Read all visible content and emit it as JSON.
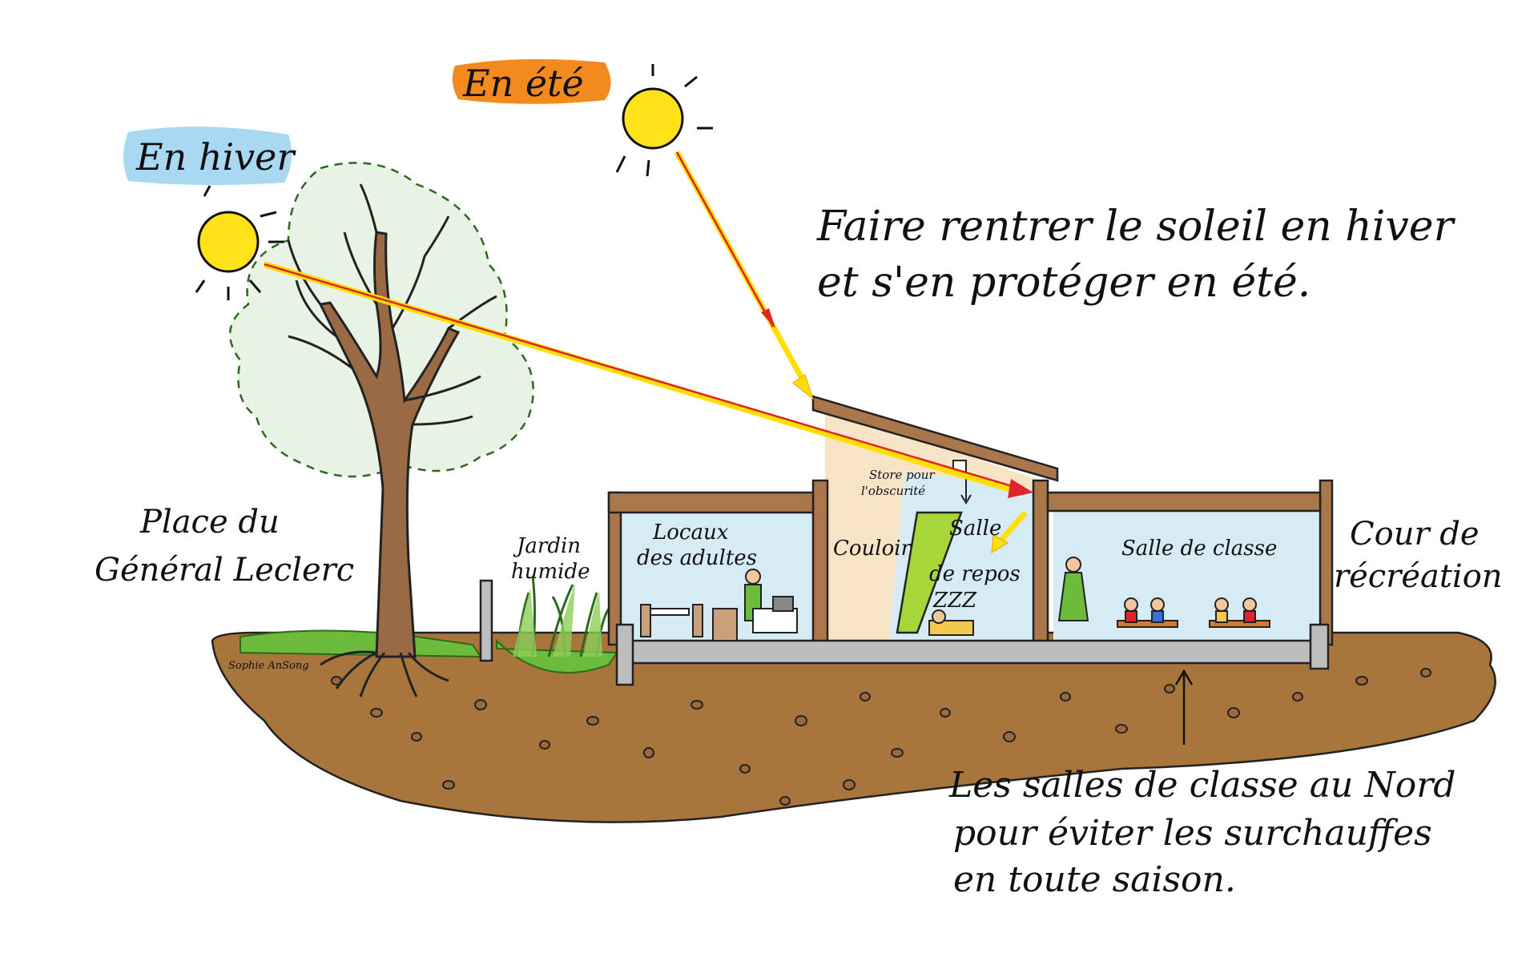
{
  "season_labels": {
    "winter": "En hiver",
    "summer": "En été"
  },
  "headline": {
    "line1": "Faire rentrer le soleil en hiver",
    "line2": "et s'en protéger en été."
  },
  "place_label": {
    "line1": "Place du",
    "line2": "Général Leclerc"
  },
  "garden_label": {
    "line1": "Jardin",
    "line2": "humide"
  },
  "rooms": {
    "adults": {
      "line1": "Locaux",
      "line2": "des adultes"
    },
    "corridor": "Couloir",
    "rest": {
      "line1": "Salle",
      "line2": "de repos"
    },
    "blind": {
      "line1": "Store pour",
      "line2": "l'obscurité"
    },
    "class": "Salle de classe"
  },
  "zzz": "ZZZ",
  "courtyard_label": {
    "line1": "Cour de",
    "line2": "récréation"
  },
  "north_note": {
    "line1": "Les salles de classe au Nord",
    "line2": "pour éviter les surchauffes",
    "line3": "en toute saison."
  },
  "signature": "Sophie AnSong",
  "colors": {
    "winter_badge": "#a9d8f2",
    "summer_badge": "#f28a1e",
    "sun": "#ffe21a",
    "sun_outline": "#111111",
    "ray_yellow": "#ffe000",
    "ray_red": "#e0242a",
    "soil": "#a8753c",
    "grass": "#6cbb3c",
    "wall_wood": "#a9774a",
    "room_blue": "#d7ebf5",
    "corridor_beige": "#f7e4c6",
    "foundation_gray": "#bdbdbd",
    "tree_trunk": "#9a6a45",
    "foliage_winter": "#e8f3e6"
  }
}
